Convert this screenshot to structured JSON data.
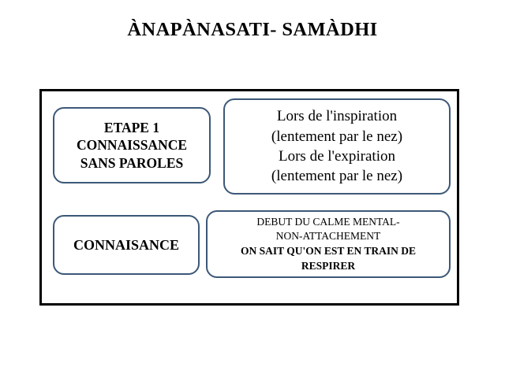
{
  "slide": {
    "title": "ÀNAPÀNASATI- SAMÀDHI",
    "background_color": "#ffffff",
    "frame_color": "#000000",
    "box_border_color": "#3c5878",
    "text_color": "#000000"
  },
  "boxes": {
    "etape": {
      "name": "etape-1-box",
      "lines": [
        "ETAPE 1",
        "CONNAISSANCE",
        "SANS PAROLES"
      ]
    },
    "inspiration": {
      "name": "respiration-box",
      "lines": [
        "Lors de l'inspiration",
        "(lentement par le nez)",
        "Lors de l'expiration",
        "(lentement par le nez)"
      ]
    },
    "connaisance": {
      "name": "connaisance-box",
      "lines": [
        "CONNAISANCE"
      ]
    },
    "calme": {
      "name": "calme-mental-box",
      "lines": [
        "DEBUT DU CALME MENTAL-",
        "NON-ATTACHEMENT",
        "ON SAIT QU'ON EST EN TRAIN DE",
        "RESPIRER"
      ]
    }
  }
}
